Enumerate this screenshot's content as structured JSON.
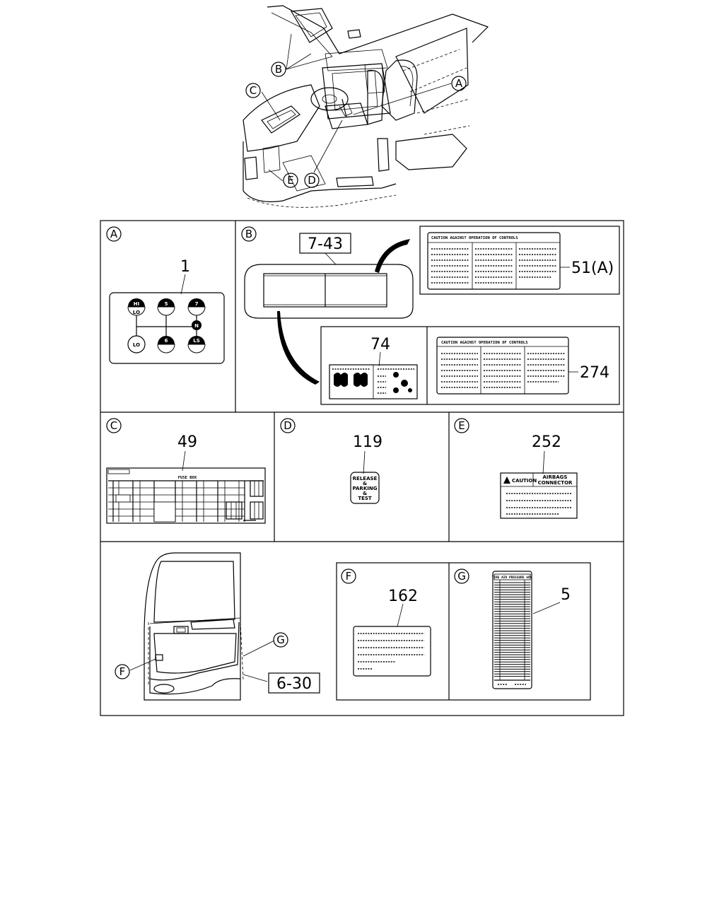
{
  "overview": {
    "callouts": [
      "A",
      "B",
      "C",
      "D",
      "E"
    ]
  },
  "panels": {
    "a": {
      "letter": "A",
      "part": "1",
      "shift_positions": [
        "HI",
        "LO",
        "5",
        "7",
        "N",
        "LO",
        "6",
        "LS"
      ]
    },
    "b": {
      "letter": "B",
      "ref": "7-43",
      "parts": {
        "top": "51(A)",
        "left": "74",
        "right": "274"
      },
      "label_51_header": "CAUTION AGAINST OPERATION OF CONTROLS",
      "label_274_header": "CAUTION AGAINST OPERATION OF CONTROLS"
    },
    "c": {
      "letter": "C",
      "part": "49",
      "label_title": "FUSE BOX"
    },
    "d": {
      "letter": "D",
      "part": "119",
      "label_lines": [
        "RELEASE",
        "&",
        "PARKING",
        "&",
        "TEST"
      ]
    },
    "e": {
      "letter": "E",
      "part": "252",
      "caution": "CAUTION",
      "label_text": [
        "AIRBAGS",
        "CONNECTOR"
      ]
    },
    "door": {
      "ref": "6-30",
      "callouts": [
        "F",
        "G"
      ]
    },
    "f": {
      "letter": "F",
      "part": "162"
    },
    "g": {
      "letter": "G",
      "part": "5",
      "label_title": "TIRE AIR PRESSURE kPa"
    }
  }
}
